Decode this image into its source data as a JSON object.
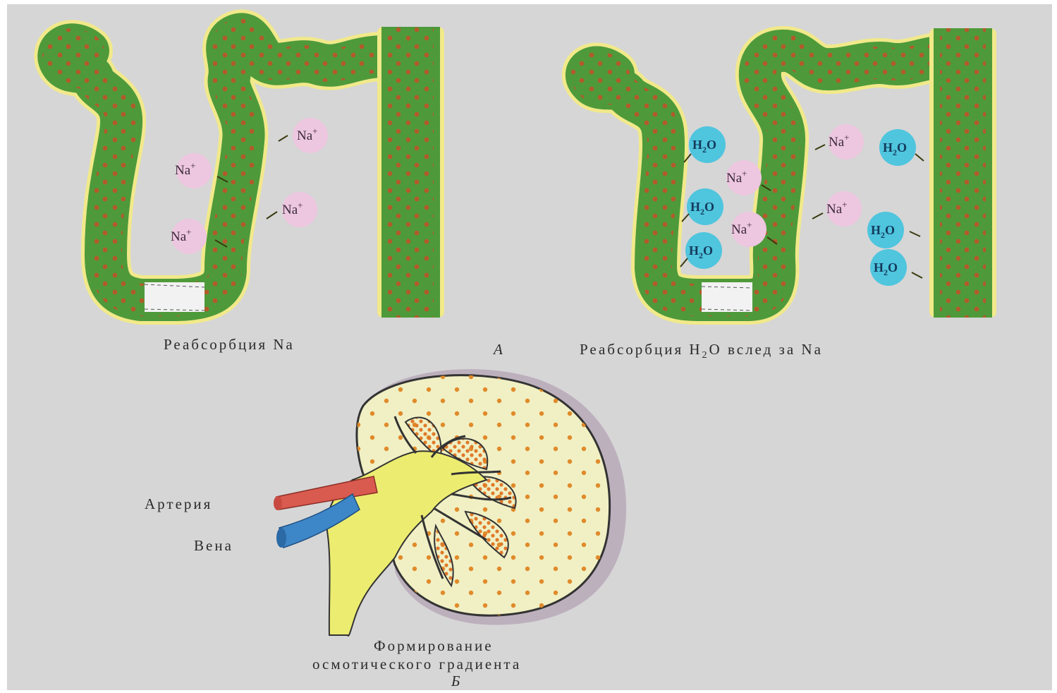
{
  "colors": {
    "background": "#d6d6d6",
    "tubule_outer": "#f1e98a",
    "tubule_wall": "#4e9a3a",
    "tubule_lumen": "#6fb84f",
    "dots": "#b25a2a",
    "na_bubble": "#edc6df",
    "h2o_bubble": "#4fc5de",
    "kidney_fill": "#f0f0c4",
    "kidney_pelvis": "#ecec70",
    "artery": "#d95a4e",
    "vein": "#3d86c8",
    "capsule": "#b9a9b8"
  },
  "panel_a": {
    "marker": "А",
    "left": {
      "caption": "Реабсорбция Na",
      "ions": [
        {
          "base": "Na",
          "sup": "+"
        },
        {
          "base": "Na",
          "sup": "+"
        },
        {
          "base": "Na",
          "sup": "+"
        },
        {
          "base": "Na",
          "sup": "+"
        }
      ]
    },
    "right": {
      "caption_part1": "Реабсорбция H",
      "caption_sub": "2",
      "caption_part2": "O вслед за Na",
      "na_ions": [
        {
          "base": "Na",
          "sup": "+"
        },
        {
          "base": "Na",
          "sup": "+"
        },
        {
          "base": "Na",
          "sup": "+"
        },
        {
          "base": "Na",
          "sup": "+"
        }
      ],
      "water": [
        {
          "h": "H",
          "sub": "2",
          "o": "O"
        },
        {
          "h": "H",
          "sub": "2",
          "o": "O"
        },
        {
          "h": "H",
          "sub": "2",
          "o": "O"
        },
        {
          "h": "H",
          "sub": "2",
          "o": "O"
        },
        {
          "h": "H",
          "sub": "2",
          "o": "O"
        },
        {
          "h": "H",
          "sub": "2",
          "o": "O"
        }
      ]
    }
  },
  "panel_b": {
    "marker": "Б",
    "artery_label": "Артерия",
    "vein_label": "Вена",
    "caption_line1": "Формирование",
    "caption_line2": "осмотического градиента"
  }
}
